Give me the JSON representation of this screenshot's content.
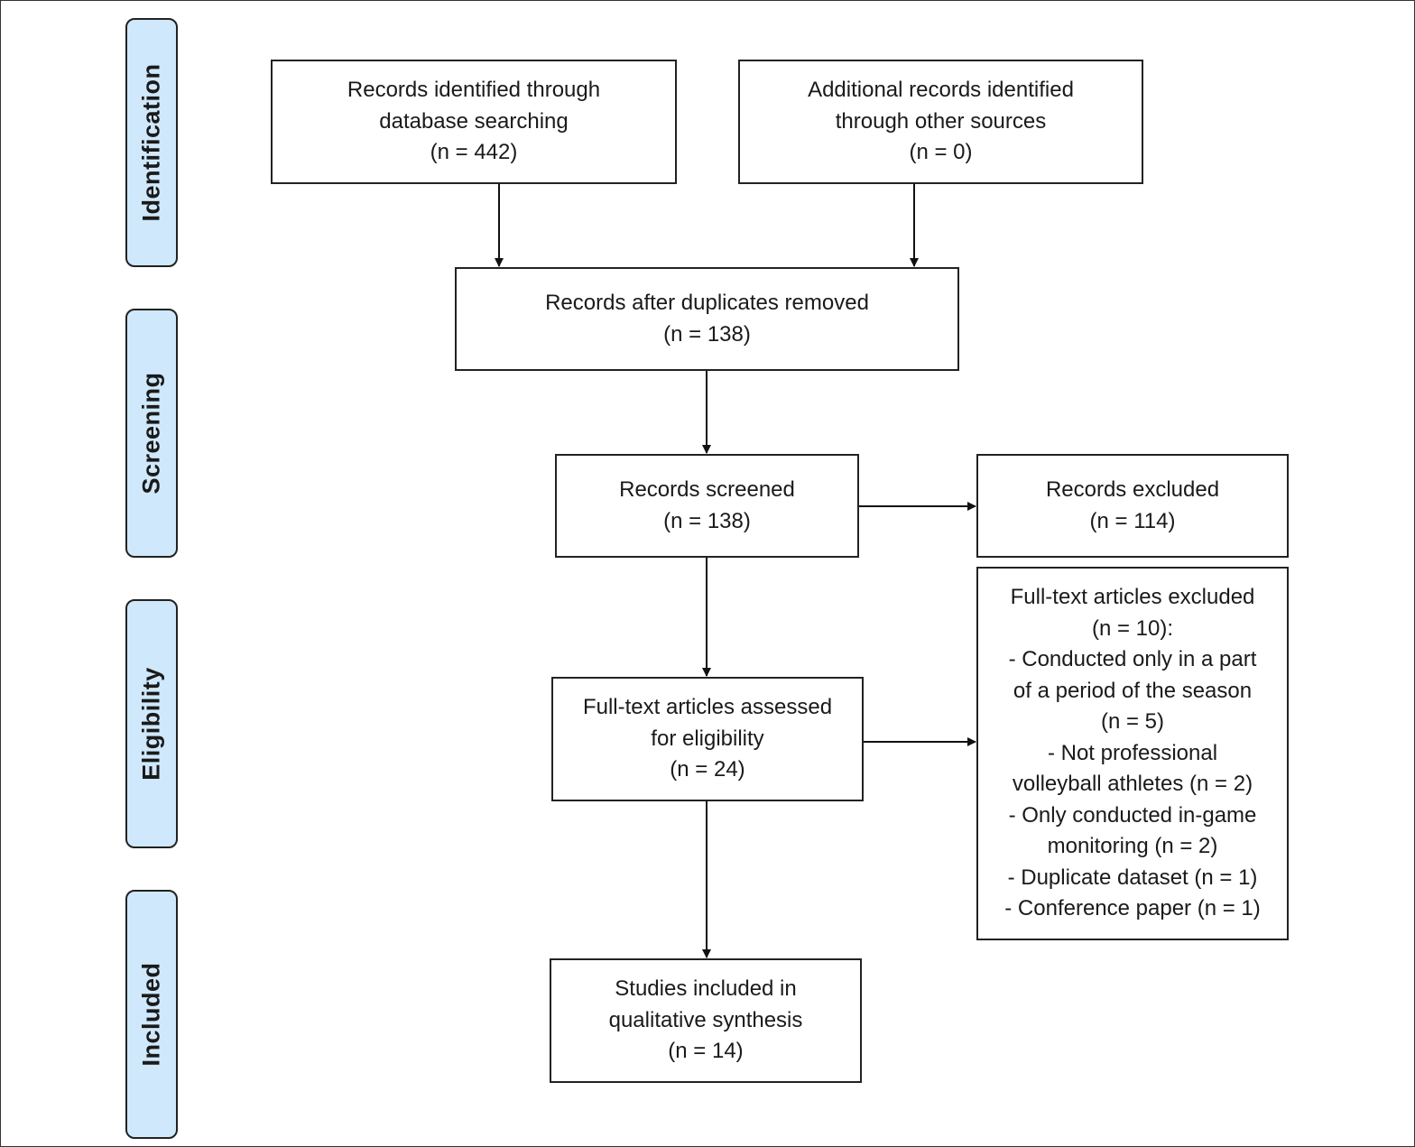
{
  "phases": {
    "identification": "Identification",
    "screening": "Screening",
    "eligibility": "Eligibility",
    "included": "Included"
  },
  "boxes": {
    "database_search": {
      "lines": [
        "Records identified through",
        "database searching",
        "(n = 442)"
      ]
    },
    "other_sources": {
      "lines": [
        "Additional records identified",
        "through other sources",
        "(n = 0)"
      ]
    },
    "duplicates_removed": {
      "lines": [
        "Records after duplicates removed",
        "(n = 138)"
      ]
    },
    "screened": {
      "lines": [
        "Records screened",
        "(n = 138)"
      ]
    },
    "excluded": {
      "lines": [
        "Records excluded",
        "(n = 114)"
      ]
    },
    "fulltext_assessed": {
      "lines": [
        "Full-text articles assessed",
        "for eligibility",
        "(n = 24)"
      ]
    },
    "fulltext_excluded": {
      "lines": [
        "Full-text articles excluded",
        "(n = 10):",
        "- Conducted only in a part",
        "of a period of the season",
        "(n = 5)",
        "- Not professional",
        "volleyball athletes (n = 2)",
        "- Only conducted in-game",
        "monitoring (n = 2)",
        "- Duplicate dataset (n = 1)",
        "- Conference paper (n = 1)"
      ]
    },
    "included": {
      "lines": [
        "Studies included in",
        "qualitative synthesis",
        "(n = 14)"
      ]
    }
  }
}
